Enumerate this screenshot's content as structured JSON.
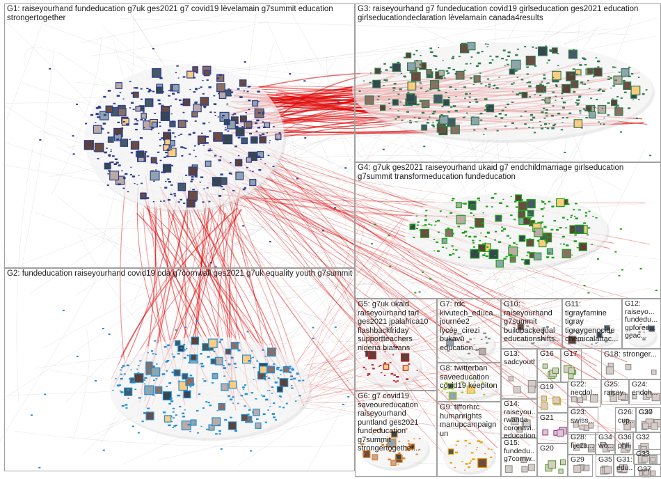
{
  "graph": {
    "background": "#ffffff",
    "edge_color": "#e00000",
    "groups": [
      {
        "id": "G1",
        "label": "G1: raiseyourhand fundeducation g7uk ges2021 g7 covid19 lèvelamain g7summit education strongertogether",
        "color": "#2b3d8f"
      },
      {
        "id": "G2",
        "label": "G2: fundeducation raiseyourhand covid19 oda g7cornwall ges2021 g7uk equality youth g7summit",
        "color": "#1e8fd8"
      },
      {
        "id": "G3",
        "label": "G3: raiseyourhand g7 fundeducation covid19 girlseducation ges2021 education girlseducationdeclaration lèvelamain canada4results",
        "color": "#2e7d4f"
      },
      {
        "id": "G4",
        "label": "G4: g7uk ges2021 raiseyourhand ukaid g7 endchildmarriage girlseducation g7summit transformeducation fundeducation",
        "color": "#1aa31a"
      },
      {
        "id": "G5",
        "label": "G5: g7uk ukaid raiseyourhand tarl ges2021 jpalafrica10 flashbackfriday supportteachers nigeria biafrans",
        "color": "#c8202a"
      },
      {
        "id": "G6",
        "label": "G6: g7 covid19 saveoureducation raiseyourhand puntland ges2021 fundeducation g7summit strongertogether...",
        "color": "#e08020"
      },
      {
        "id": "G7",
        "label": "G7: rdc kivutech_educa... journée2 lycée_cirezi bukavu education...",
        "color": "#888888"
      },
      {
        "id": "G8",
        "label": "G8: twitterban saveeducation covid19 keepiton",
        "color": "#a8c830"
      },
      {
        "id": "G9",
        "label": "G9: tifforhrc humanrights manupcampaign un",
        "color": "#f0a000"
      },
      {
        "id": "G10",
        "label": "G10: raiseyourhand g7summit buildbackequal educationshifts...",
        "color": "#888888"
      },
      {
        "id": "G11",
        "label": "G11: tigrayfamine tigray tigraygenocide chemicalattac...",
        "color": "#888888"
      },
      {
        "id": "G12",
        "label": "G12: raiseyo... fundedu... gpfored... geac...",
        "color": "#888888"
      },
      {
        "id": "G13",
        "label": "G13: sadcyouth",
        "color": "#888888"
      },
      {
        "id": "G14",
        "label": "G14: raiseyou... rwanda coronavi... education...",
        "color": "#888888"
      },
      {
        "id": "G15",
        "label": "G15: fundedu... g7cornw...",
        "color": "#888888"
      },
      {
        "id": "G16",
        "label": "G16",
        "color": "#4a9a20"
      },
      {
        "id": "G17",
        "label": "G17",
        "color": "#4a9a20"
      },
      {
        "id": "G18",
        "label": "G18: stronger...",
        "color": "#888888"
      },
      {
        "id": "G19",
        "label": "G19",
        "color": "#c8a020"
      },
      {
        "id": "G20",
        "label": "G20",
        "color": "#4a9a20"
      },
      {
        "id": "G21",
        "label": "G21",
        "color": "#a020a0"
      },
      {
        "id": "G22",
        "label": "G22: necdol...",
        "color": "#888888"
      },
      {
        "id": "G23",
        "label": "G23: swiss...",
        "color": "#888888"
      },
      {
        "id": "G24",
        "label": "G24: endch...",
        "color": "#888888"
      },
      {
        "id": "G25",
        "label": "G25: raisey...",
        "color": "#888888"
      },
      {
        "id": "G26",
        "label": "G26: cup...",
        "color": "#888888"
      },
      {
        "id": "G27",
        "label": "G27",
        "color": "#888888"
      },
      {
        "id": "G28",
        "label": "G28: fijeza...",
        "color": "#888888"
      },
      {
        "id": "G29",
        "label": "G29",
        "color": "#888888"
      },
      {
        "id": "G30",
        "label": "G30",
        "color": "#888888"
      },
      {
        "id": "G31",
        "label": "G31: edu...",
        "color": "#888888"
      },
      {
        "id": "G32",
        "label": "G32",
        "color": "#888888"
      },
      {
        "id": "G33",
        "label": "G33",
        "color": "#888888"
      },
      {
        "id": "G34",
        "label": "G34: wo...",
        "color": "#888888"
      },
      {
        "id": "G35",
        "label": "G35",
        "color": "#888888"
      },
      {
        "id": "G36",
        "label": "G36: phili...",
        "color": "#888888"
      },
      {
        "id": "G37",
        "label": "G37",
        "color": "#888888"
      }
    ]
  }
}
